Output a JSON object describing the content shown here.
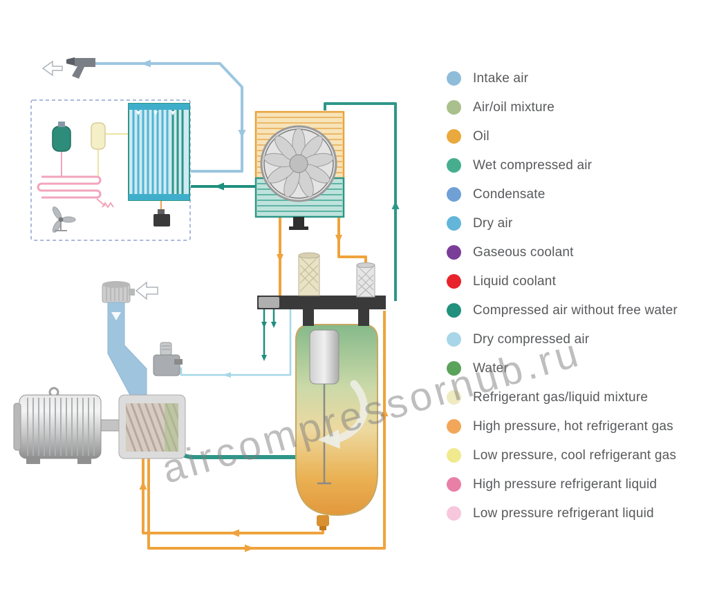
{
  "watermark": "aircompressornub.ru",
  "legend": {
    "items": [
      {
        "label": "Intake air",
        "color": "#8FBCD9"
      },
      {
        "label": "Air/oil mixture",
        "color": "#A9C08C"
      },
      {
        "label": "Oil",
        "color": "#E9A93D"
      },
      {
        "label": "Wet compressed air",
        "color": "#46AE8F"
      },
      {
        "label": "Condensate",
        "color": "#6FA0D6"
      },
      {
        "label": "Dry air",
        "color": "#64B5DA"
      },
      {
        "label": "Gaseous coolant",
        "color": "#7B3E98"
      },
      {
        "label": "Liquid coolant",
        "color": "#E8232B"
      },
      {
        "label": "Compressed air without free water",
        "color": "#21907D"
      },
      {
        "label": "Dry compressed air",
        "color": "#A8D6E8"
      },
      {
        "label": "Water",
        "color": "#5AA35A"
      },
      {
        "label": "Refrigerant gas/liquid mixture",
        "color": "#EFEAC0"
      },
      {
        "label": "High pressure, hot refrigerant gas",
        "color": "#F2A65A"
      },
      {
        "label": "Low pressure, cool refrigerant gas",
        "color": "#F0E98E"
      },
      {
        "label": "High pressure refrigerant liquid",
        "color": "#E87FA6"
      },
      {
        "label": "Low pressure refrigerant liquid",
        "color": "#F6C7DD"
      }
    ]
  },
  "diagram": {
    "line_colors": {
      "intake_air": "#9FC4DE",
      "wet_compressed_air": "#2E9688",
      "compressed_air_without_free_water": "#1F8F7E",
      "oil": "#EFA33D",
      "dry_compressed_air": "#A6D7E8",
      "refrigerant_liquid": "#F2A4BC"
    }
  }
}
